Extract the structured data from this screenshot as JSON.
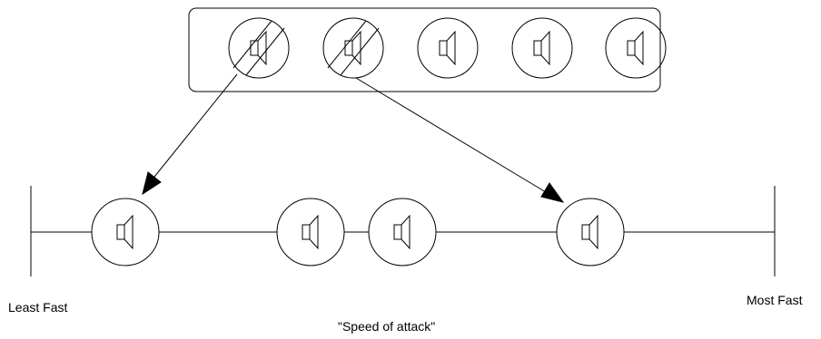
{
  "labels": {
    "left_end": "Least Fast",
    "right_end": "Most Fast",
    "axis_title": "\"Speed of attack\""
  },
  "colors": {
    "stroke": "#000000",
    "background": "#ffffff"
  },
  "tray": {
    "icon": "speaker-icon",
    "sounds": [
      {
        "id": 1,
        "crossed_out": true
      },
      {
        "id": 2,
        "crossed_out": true
      },
      {
        "id": 3,
        "crossed_out": false
      },
      {
        "id": 4,
        "crossed_out": false
      },
      {
        "id": 5,
        "crossed_out": false
      }
    ]
  },
  "scale": {
    "icon": "speaker-icon",
    "placed_sounds": [
      {
        "id": 1,
        "from_tray": 1
      },
      {
        "id": 2,
        "from_tray": null
      },
      {
        "id": 3,
        "from_tray": null
      },
      {
        "id": 4,
        "from_tray": 2
      }
    ]
  }
}
